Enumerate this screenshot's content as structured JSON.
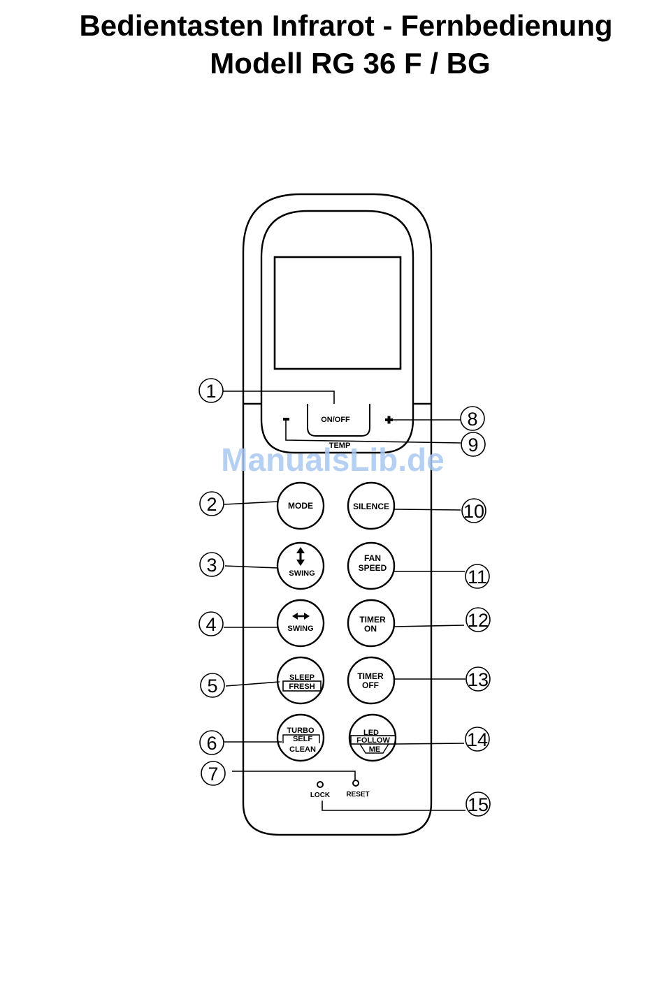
{
  "title": {
    "line1": "Bedientasten Infrarot - Fernbedienung",
    "line2": "Modell RG 36 F / BG"
  },
  "watermark": "ManualsLib.de",
  "remote": {
    "top_keys": {
      "onoff": "ON/OFF",
      "temp": "TEMP",
      "minus": "–",
      "plus": "+"
    },
    "left_buttons": {
      "mode": "MODE",
      "swing_vertical": "SWING",
      "swing_horizontal": "SWING",
      "sleep": "SLEEP",
      "fresh": "FRESH",
      "turbo": "TURBO",
      "self": "SELF",
      "clean": "CLEAN"
    },
    "right_buttons": {
      "silence": "SILENCE",
      "fan": "FAN",
      "speed": "SPEED",
      "timer_on_1": "TIMER",
      "timer_on_2": "ON",
      "timer_off_1": "TIMER",
      "timer_off_2": "OFF",
      "led": "LED",
      "follow": "FOLLOW",
      "me": "ME"
    },
    "small_keys": {
      "lock": "LOCK",
      "reset": "RESET"
    },
    "icons": [
      "arrow-updown-icon",
      "arrow-leftright-icon"
    ]
  },
  "callouts": [
    "1",
    "2",
    "3",
    "4",
    "5",
    "6",
    "7",
    "8",
    "9",
    "10",
    "11",
    "12",
    "13",
    "14",
    "15"
  ]
}
